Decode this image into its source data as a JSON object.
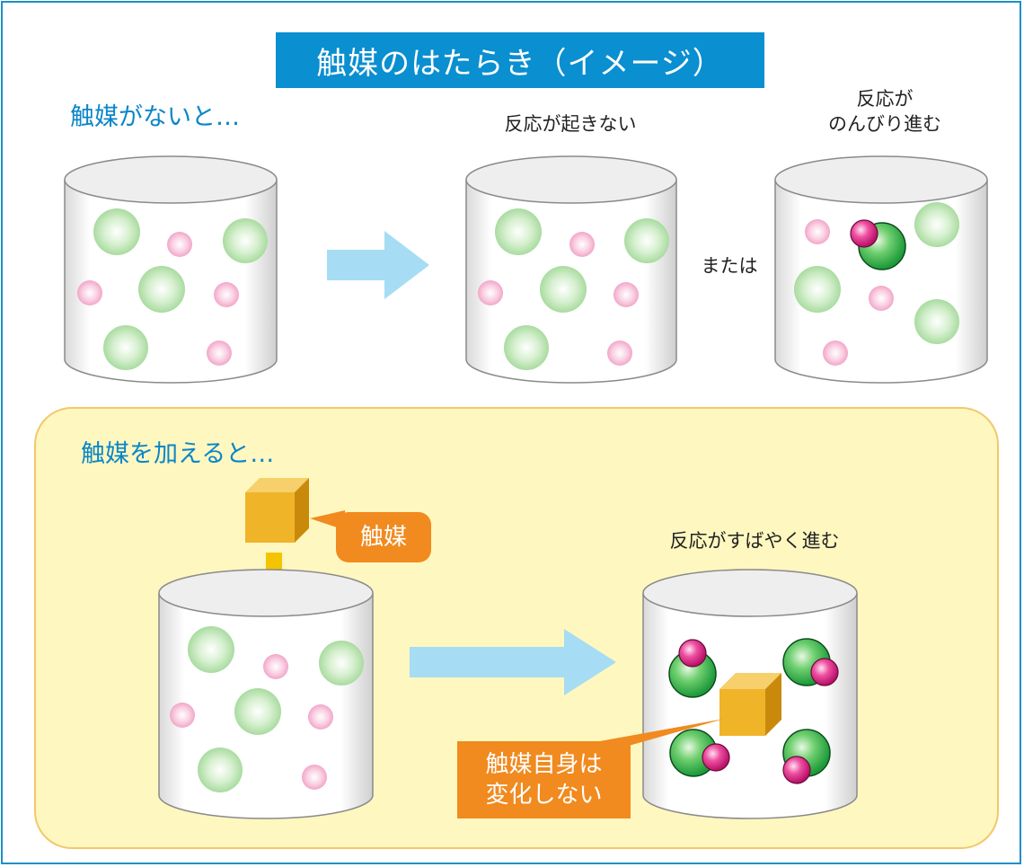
{
  "title": "触媒のはたらき（イメージ）",
  "sections": {
    "without": {
      "heading": "触媒がないと…",
      "result_a": "反応が起きない",
      "or_text": "または",
      "result_b_line1": "反応が",
      "result_b_line2": "のんびり進む"
    },
    "with": {
      "heading": "触媒を加えると…",
      "catalyst_label": "触媒",
      "result": "反応がすばやく進む",
      "note_line1": "触媒自身は",
      "note_line2": "変化しない"
    }
  },
  "colors": {
    "frame": "#1f8fc8",
    "title_bg": "#0a8fd0",
    "heading": "#0a86c8",
    "panel_bg": "#fff7c0",
    "callout": "#f18a1f",
    "arrow": "#a6dcf4",
    "catalyst": "#f0b429",
    "drop_arrow": "#f5c400"
  }
}
